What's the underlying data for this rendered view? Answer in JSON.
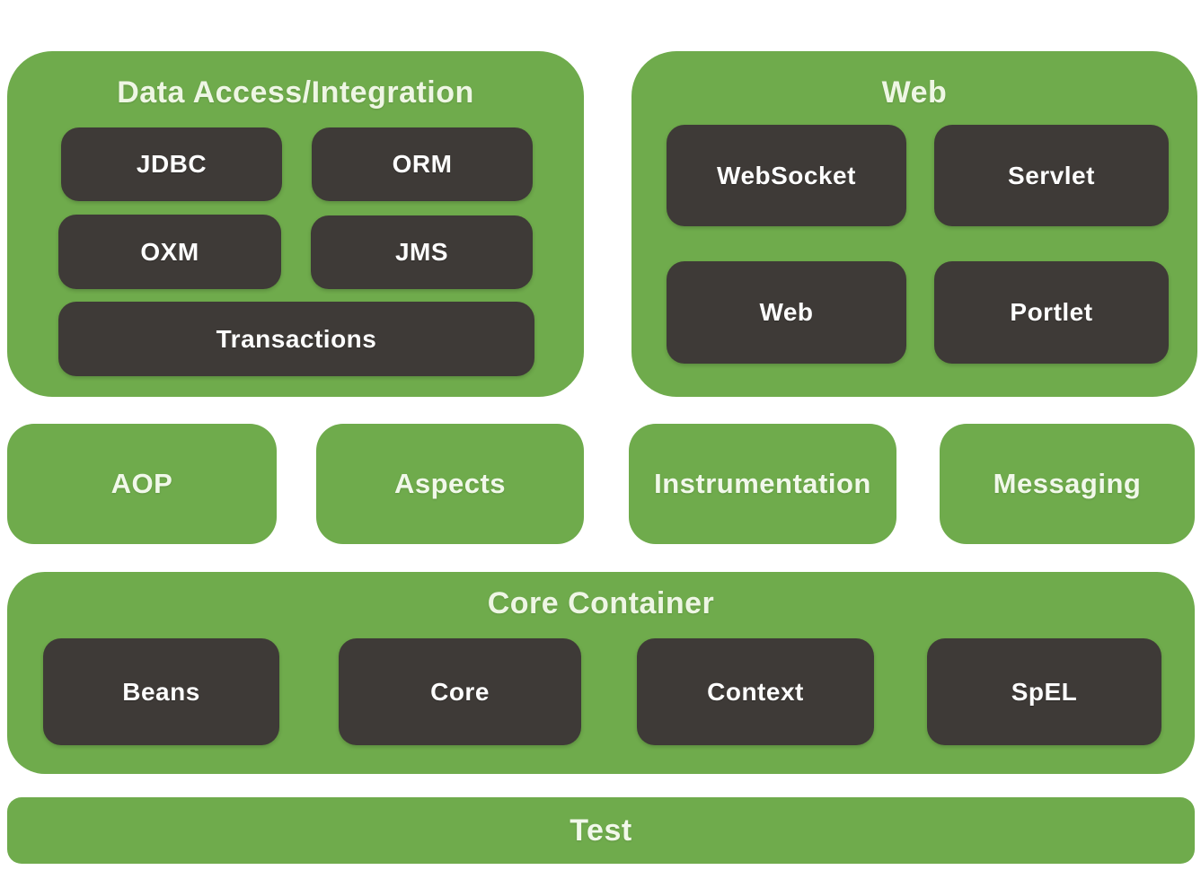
{
  "colors": {
    "panel_green": "#6fab4c",
    "module_dark": "#3e3a37",
    "panel_title_text": "#eef6e4",
    "module_text": "#fdfdfd",
    "background": "#ffffff"
  },
  "panels": {
    "data_access": {
      "title": "Data Access/Integration",
      "modules": [
        "JDBC",
        "ORM",
        "OXM",
        "JMS",
        "Transactions"
      ]
    },
    "web": {
      "title": "Web",
      "modules": [
        "WebSocket",
        "Servlet",
        "Web",
        "Portlet"
      ]
    },
    "middle_row": {
      "modules": [
        "AOP",
        "Aspects",
        "Instrumentation",
        "Messaging"
      ]
    },
    "core_container": {
      "title": "Core Container",
      "modules": [
        "Beans",
        "Core",
        "Context",
        "SpEL"
      ]
    },
    "test": {
      "title": "Test"
    }
  }
}
